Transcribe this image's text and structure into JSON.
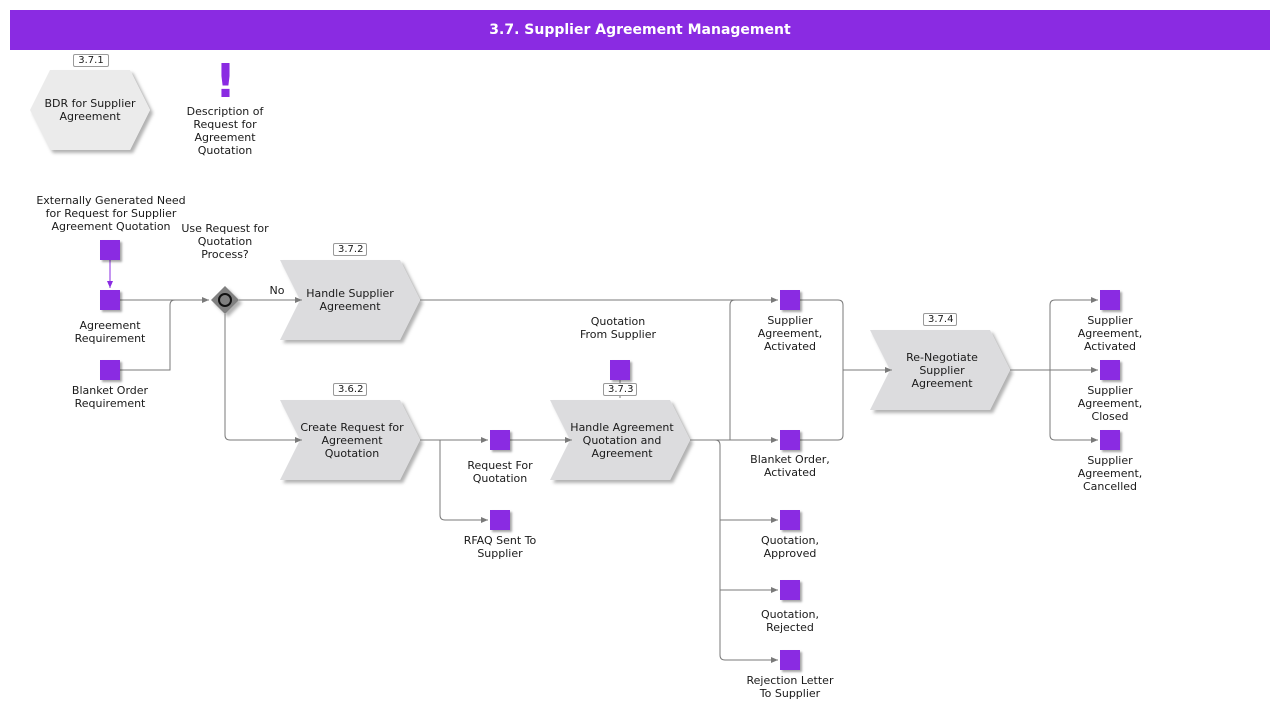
{
  "title": "3.7. Supplier Agreement Management",
  "colors": {
    "accent": "#8a2be2",
    "process": "#dcdcde",
    "connector": "#7a7a7a"
  },
  "header_items": {
    "bdr": {
      "id": "3.7.1",
      "label": "BDR for Supplier Agreement"
    },
    "description": {
      "icon": "exclamation-icon",
      "label": "Description of Request for Agreement Quotation"
    }
  },
  "events": {
    "external_need": "Externally Generated Need for Request for Supplier Agreement Quotation",
    "agreement_requirement": "Agreement Requirement",
    "blanket_order_requirement": "Blanket Order Requirement",
    "quotation_from_supplier": "Quotation From Supplier",
    "request_for_quotation": "Request For Quotation",
    "rfaq_sent": "RFAQ Sent To Supplier",
    "agreement_activated_1": "Supplier Agreement, Activated",
    "blanket_order_activated": "Blanket Order, Activated",
    "quotation_approved": "Quotation, Approved",
    "quotation_rejected": "Quotation, Rejected",
    "rejection_letter": "Rejection Letter To Supplier",
    "agreement_activated_2": "Supplier Agreement, Activated",
    "agreement_closed": "Supplier Agreement, Closed",
    "agreement_cancelled": "Supplier Agreement, Cancelled"
  },
  "gateway": {
    "question": "Use Request for Quotation Process?",
    "no_label": "No"
  },
  "processes": {
    "handle_agreement": {
      "id": "3.7.2",
      "label": "Handle Supplier Agreement"
    },
    "create_request": {
      "id": "3.6.2",
      "label": "Create Request for Agreement Quotation"
    },
    "handle_quotation": {
      "id": "3.7.3",
      "label": "Handle Agreement Quotation and Agreement"
    },
    "renegotiate": {
      "id": "3.7.4",
      "label": "Re-Negotiate Supplier Agreement"
    }
  }
}
